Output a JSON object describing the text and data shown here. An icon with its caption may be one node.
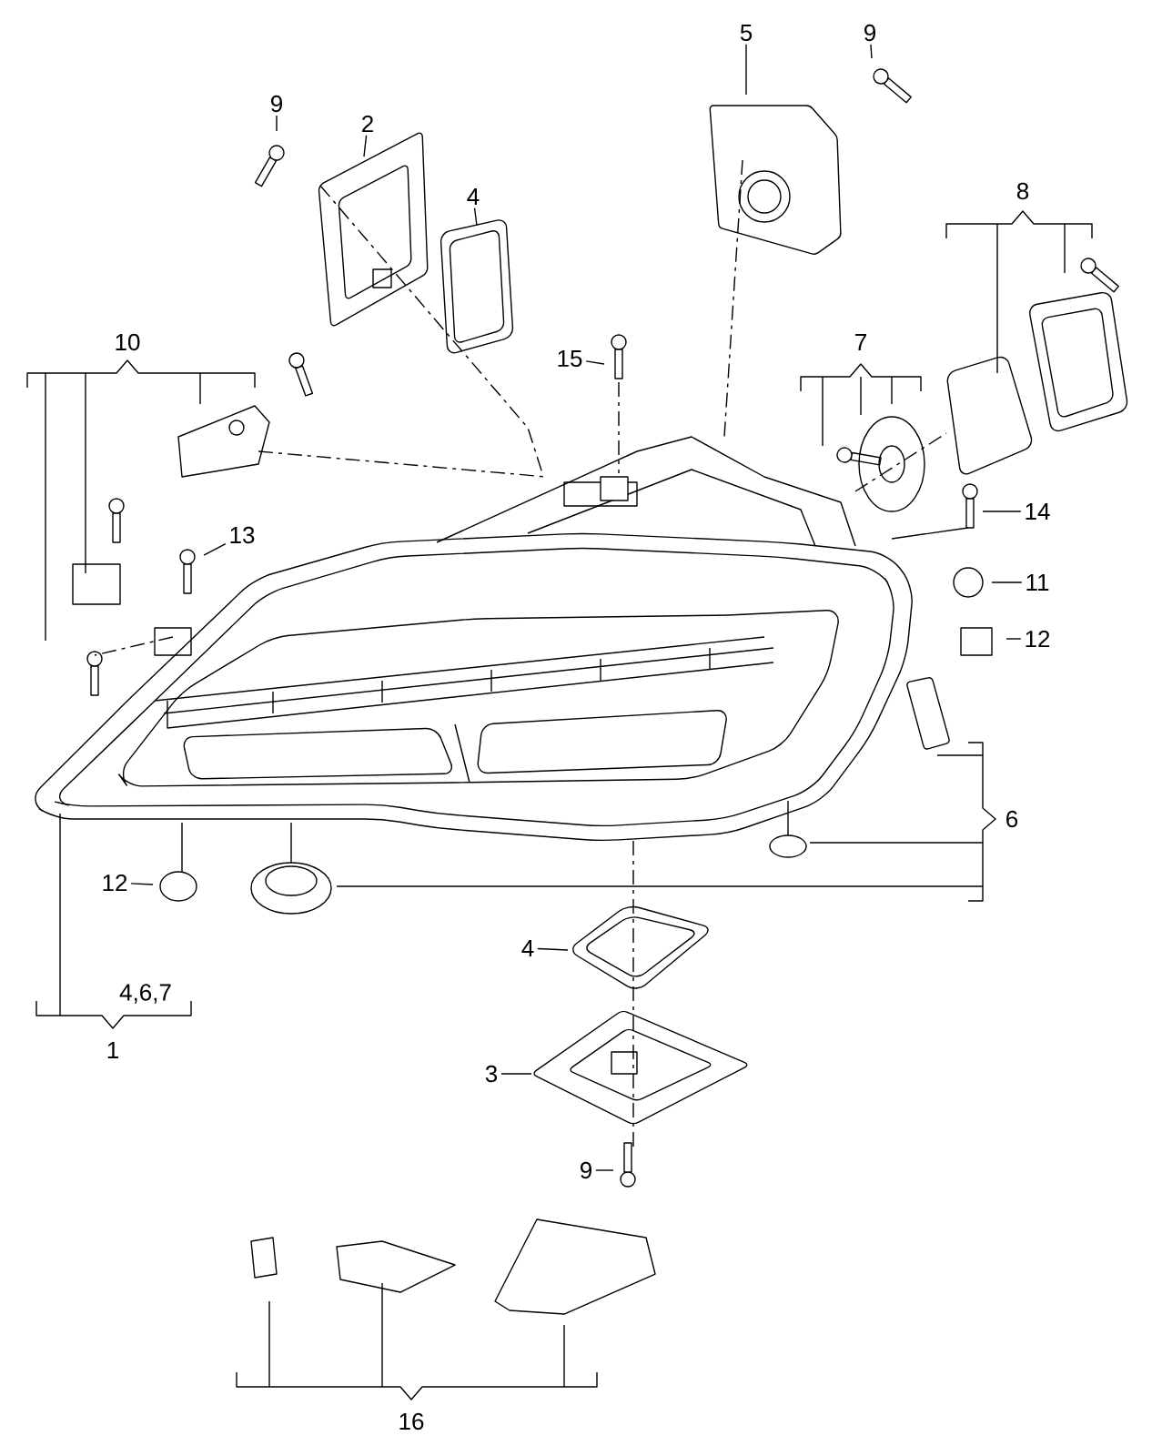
{
  "diagram": {
    "nodes": [
      {
        "text": [
          "5"
        ]
      },
      {
        "text": [
          "9"
        ]
      },
      {
        "text": [
          "9"
        ]
      },
      {
        "text": [
          "2"
        ]
      },
      {
        "text": [
          "4"
        ]
      },
      {
        "text": [
          "8"
        ]
      },
      {
        "text": [
          "10"
        ]
      },
      {
        "text": [
          "15"
        ]
      },
      {
        "text": [
          "7"
        ]
      },
      {
        "text": [
          "14"
        ]
      },
      {
        "text": [
          "13"
        ]
      },
      {
        "text": [
          "11"
        ]
      },
      {
        "text": [
          "12"
        ]
      },
      {
        "text": [
          "6"
        ]
      },
      {
        "text": [
          "12"
        ]
      },
      {
        "text": [
          "4"
        ]
      },
      {
        "text": [
          "4,6,7"
        ]
      },
      {
        "text": [
          "1"
        ]
      },
      {
        "text": [
          "3"
        ]
      },
      {
        "text": [
          "9"
        ]
      },
      {
        "text": [
          "16"
        ]
      }
    ],
    "edges": [
      {
        "from": 0,
        "to": null,
        "arrow": "none"
      },
      {
        "from": 1,
        "to": null,
        "arrow": "none"
      },
      {
        "from": 2,
        "to": null,
        "arrow": "none"
      },
      {
        "from": 3,
        "to": null,
        "arrow": "none"
      },
      {
        "from": 4,
        "to": null,
        "arrow": "none"
      },
      {
        "from": 7,
        "to": null,
        "arrow": "none"
      },
      {
        "from": 9,
        "to": null,
        "arrow": "none"
      },
      {
        "from": 10,
        "to": null,
        "arrow": "none"
      },
      {
        "from": 11,
        "to": null,
        "arrow": "none"
      },
      {
        "from": 12,
        "to": null,
        "arrow": "none"
      },
      {
        "from": 14,
        "to": null,
        "arrow": "none"
      },
      {
        "from": 15,
        "to": null,
        "arrow": "none"
      },
      {
        "from": 18,
        "to": null,
        "arrow": "none"
      },
      {
        "from": 19,
        "to": null,
        "arrow": "none"
      }
    ]
  }
}
